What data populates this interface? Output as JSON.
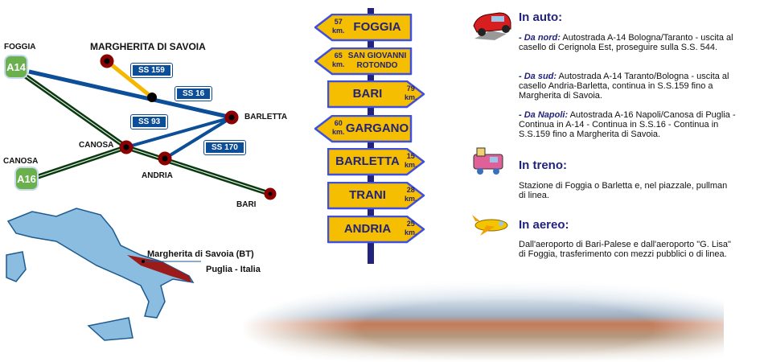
{
  "map": {
    "title": "MARGHERITA DI SAVOIA",
    "cities": {
      "foggia": "FOGGIA",
      "barletta": "BARLETTA",
      "canosa": "CANOSA",
      "andria": "ANDRIA",
      "bari": "BARI",
      "canosa_exit": "CANOSA"
    },
    "motorways": {
      "a14": "A14",
      "a16": "A16"
    },
    "roads": {
      "ss159": "SS 159",
      "ss16": "SS 16",
      "ss93": "SS 93",
      "ss170": "SS 170"
    },
    "location_label": "Margherita di Savoia (BT)",
    "region_label": "Puglia - Italia"
  },
  "signs": [
    {
      "name": "FOGGIA",
      "km": "57",
      "unit": "km.",
      "dir": "left"
    },
    {
      "name": "SAN GIOVANNI ROTONDO",
      "km": "65",
      "unit": "km.",
      "dir": "left"
    },
    {
      "name": "BARI",
      "km": "79",
      "unit": "km.",
      "dir": "right"
    },
    {
      "name": "GARGANO",
      "km": "60",
      "unit": "km.",
      "dir": "left"
    },
    {
      "name": "BARLETTA",
      "km": "15",
      "unit": "km.",
      "dir": "right"
    },
    {
      "name": "TRANI",
      "km": "28",
      "unit": "km.",
      "dir": "right"
    },
    {
      "name": "ANDRIA",
      "km": "25",
      "unit": "km.",
      "dir": "right"
    }
  ],
  "sections": {
    "auto": {
      "title": "In auto:",
      "items": [
        {
          "lead": "- Da nord:",
          "text": " Autostrada A-14 Bologna/Taranto - uscita al casello di Cerignola Est, proseguire sulla S.S. 544."
        },
        {
          "lead": "- Da sud:",
          "text": " Autostrada A-14 Taranto/Bologna - uscita al casello Andria-Barletta, continua in S.S.159 fino a Margherita di Savoia."
        },
        {
          "lead": "- Da Napoli:",
          "text": " Autostrada A-16 Napoli/Canosa di Puglia - Continua in A-14 - Continua in S.S.16 - Continua in S.S.159 fino a Margherita di Savoia."
        }
      ]
    },
    "treno": {
      "title": "In treno:",
      "text": "Stazione di Foggia o Barletta e, nel piazzale, pullman di linea."
    },
    "aereo": {
      "title": "In aereo:",
      "text": "Dall'aeroporto di Bari-Palese e dall'aeroporto \"G. Lisa\" di Foggia, trasferimento con mezzi pubblici o di linea."
    }
  }
}
